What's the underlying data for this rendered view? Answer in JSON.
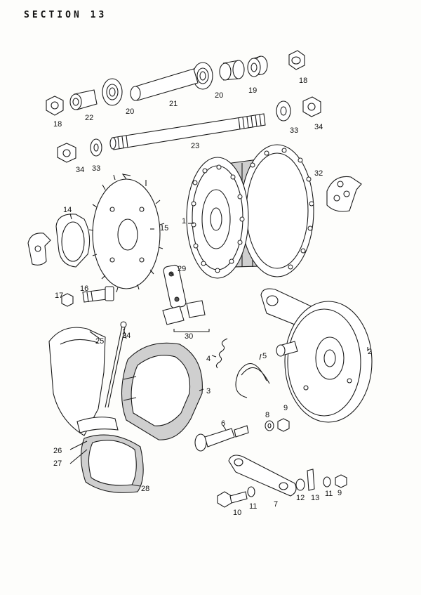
{
  "section_title": "SECTION 13",
  "callouts": [
    "1",
    "2",
    "3",
    "4",
    "5",
    "6",
    "7",
    "8",
    "9",
    "10",
    "11",
    "12",
    "13",
    "14",
    "15",
    "16",
    "17",
    "18",
    "19",
    "20",
    "21",
    "22",
    "23",
    "24",
    "25",
    "26",
    "27",
    "28",
    "29",
    "30",
    "32",
    "33",
    "34"
  ]
}
